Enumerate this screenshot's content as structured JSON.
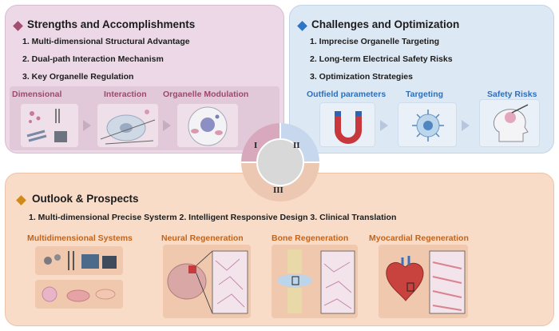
{
  "panel1": {
    "title": "Strengths and Accomplishments",
    "items": [
      "1.   Multi-dimensional Structural Advantage",
      "2.   Dual-path Interaction Mechanism",
      "3.   Key Organelle Regulation"
    ],
    "stages": [
      "Dimensional",
      "Interaction",
      "Organelle Modulation"
    ]
  },
  "panel2": {
    "title": "Challenges and Optimization",
    "items": [
      "1.   Imprecise Organelle Targeting",
      "2.   Long-term Electrical Safety Risks",
      "3.   Optimization Strategies"
    ],
    "stages": [
      "Outfield parameters",
      "Targeting",
      "Safety Risks"
    ]
  },
  "panel3": {
    "title": "Outlook & Prospects",
    "items_line": "1.  Multi-dimensional Precise Systerm    2.  Intelligent Responsive Design    3.  Clinical Translation",
    "stages": [
      "Multidimensional Systems",
      "Neural Regeneration",
      "Bone Regeneration",
      "Myocardial Regeneration"
    ]
  },
  "center": {
    "labels": [
      "I",
      "II",
      "III"
    ]
  },
  "colors": {
    "panel1_bg": "#ecd8e6",
    "panel1_accent": "#a0506e",
    "panel2_bg": "#dde8f5",
    "panel2_accent": "#2f73c4",
    "panel3_bg": "#f8dcc8",
    "panel3_accent": "#c0641e"
  }
}
